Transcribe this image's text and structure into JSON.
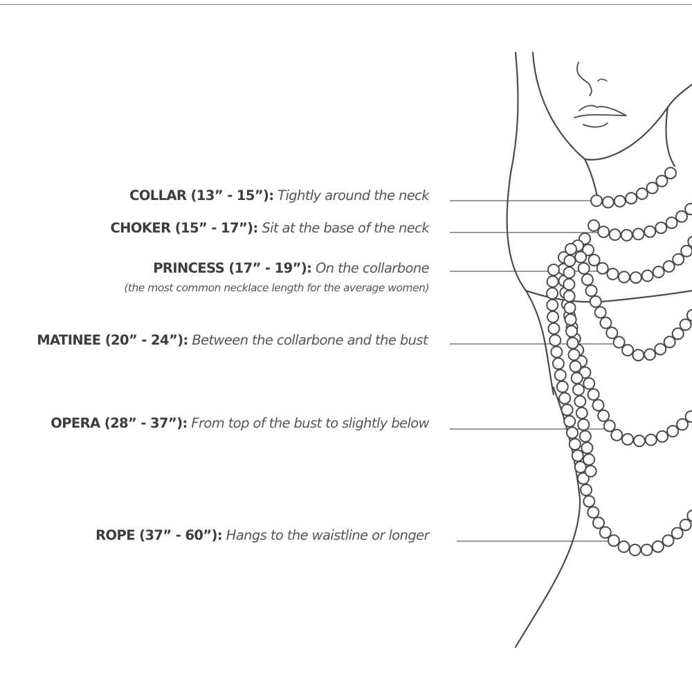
{
  "necklace_lengths": [
    {
      "name": "COLLAR (13” - 15”):",
      "description": "Tightly around the neck"
    },
    {
      "name": "CHOKER (15” - 17”):",
      "description": "Sit at the base of the neck"
    },
    {
      "name": "PRINCESS (17” - 19”):",
      "description": "On the collarbone",
      "note": "(the most common necklace length for the average women)"
    },
    {
      "name": "MATINEE (20” - 24”):",
      "description": "Between the collarbone and the bust"
    },
    {
      "name": "OPERA (28” - 37”):",
      "description": "From top of the bust to slightly below"
    },
    {
      "name": "ROPE (37” - 60”):",
      "description": "Hangs to the waistline or longer"
    }
  ],
  "colors": {
    "line": "#4a4a4a",
    "leader": "#777777",
    "text": "#3a3a3a"
  }
}
